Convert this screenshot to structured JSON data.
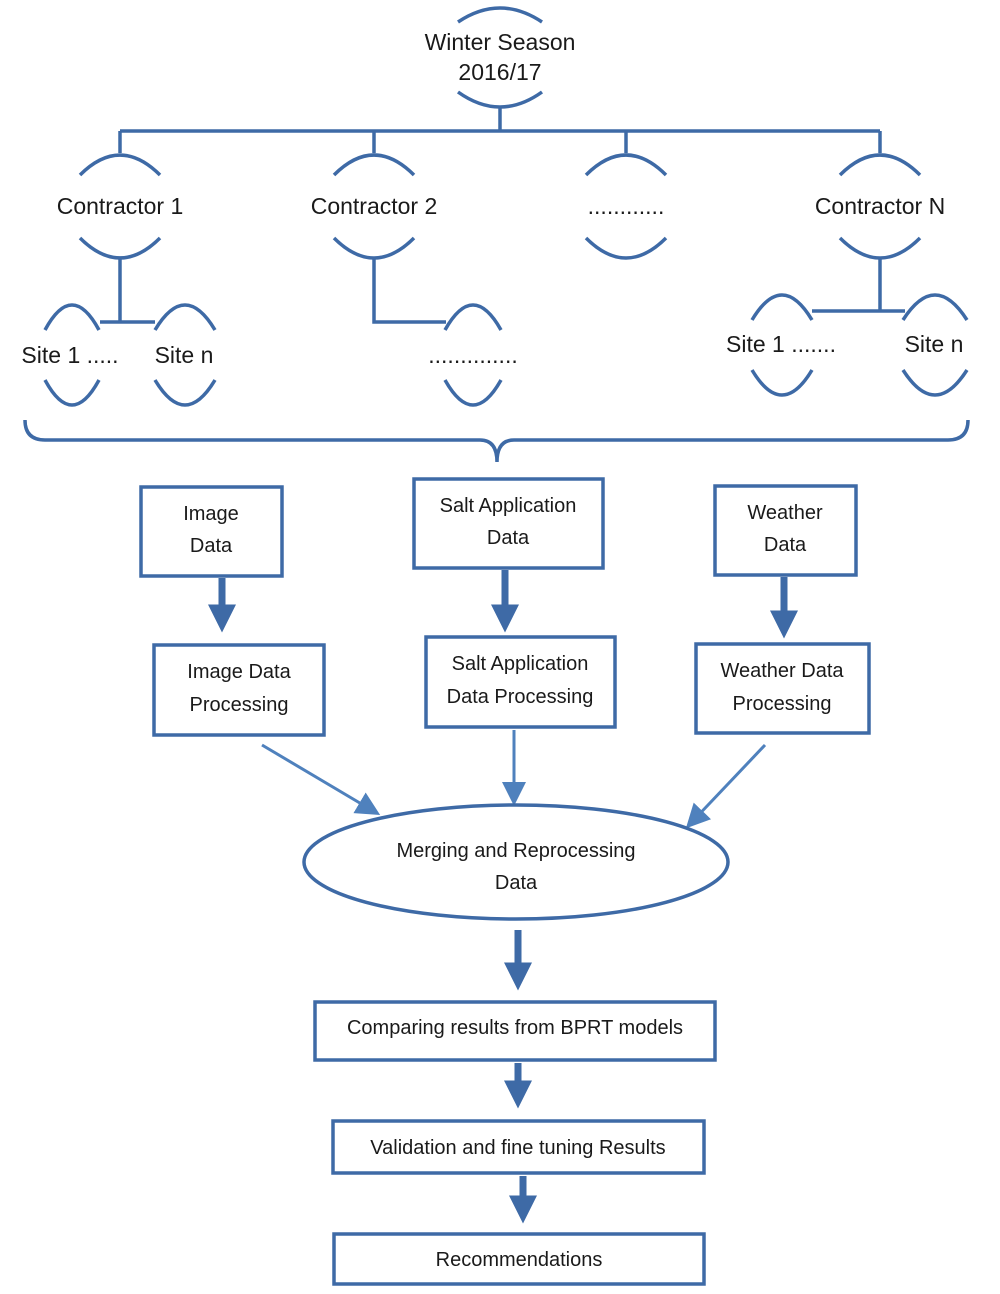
{
  "root": {
    "line1": "Winter Season",
    "line2": "2016/17"
  },
  "contractors": [
    {
      "label": "Contractor 1"
    },
    {
      "label": "Contractor 2"
    },
    {
      "label": "............"
    },
    {
      "label": "Contractor N"
    }
  ],
  "sites": {
    "c1_site1": "Site 1 .....",
    "c1_siten": "Site n",
    "c2_more": "..............",
    "cn_site1": "Site 1 .......",
    "cn_siten": "Site n"
  },
  "data_sources": [
    {
      "line1": "Image",
      "line2": "Data"
    },
    {
      "line1": "Salt Application",
      "line2": "Data"
    },
    {
      "line1": "Weather",
      "line2": "Data"
    }
  ],
  "processing": [
    {
      "line1": "Image Data",
      "line2": "Processing"
    },
    {
      "line1": "Salt Application",
      "line2": "Data Processing"
    },
    {
      "line1": "Weather Data",
      "line2": "Processing"
    }
  ],
  "merge": {
    "line1": "Merging and Reprocessing",
    "line2": "Data"
  },
  "steps": {
    "compare": "Comparing results from BPRT models",
    "validate": "Validation and fine tuning Results",
    "recommend": "Recommendations"
  }
}
